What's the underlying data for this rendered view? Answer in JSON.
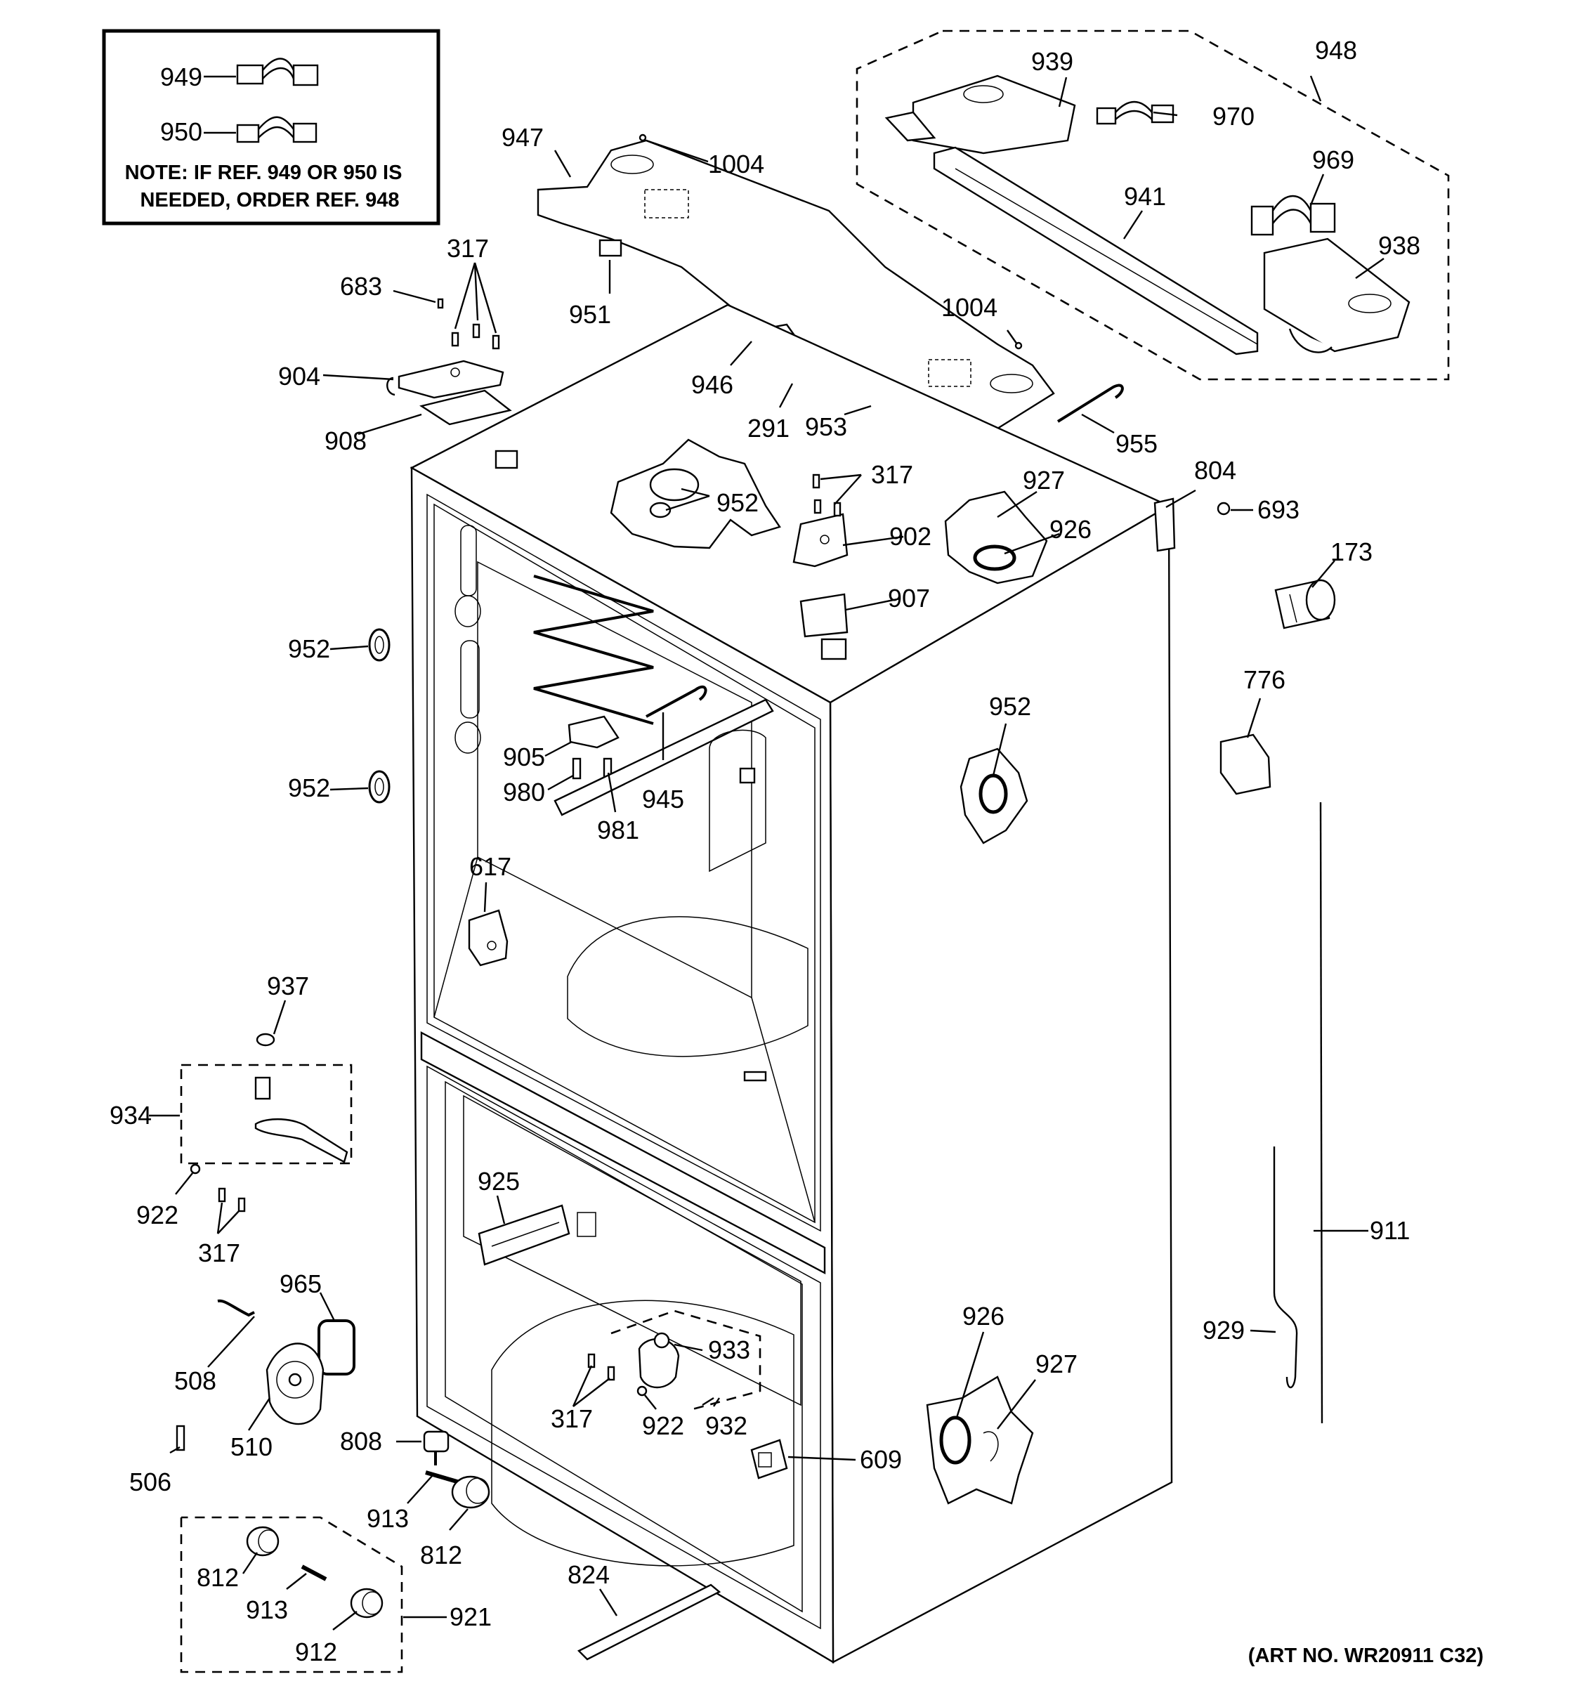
{
  "note": {
    "line1": "NOTE: IF REF. 949 OR 950 IS",
    "line2": "NEEDED, ORDER REF. 948"
  },
  "art_no": "(ART NO. WR20911 C32)",
  "callouts": {
    "p949": "949",
    "p950": "950",
    "p947": "947",
    "p1004a": "1004",
    "p939": "939",
    "p948": "948",
    "p970": "970",
    "p969": "969",
    "p941": "941",
    "p938": "938",
    "p317a": "317",
    "p683": "683",
    "p951": "951",
    "p1004b": "1004",
    "p904": "904",
    "p946": "946",
    "p291": "291",
    "p953": "953",
    "p908": "908",
    "p955": "955",
    "p952a": "952",
    "p317b": "317",
    "p927a": "927",
    "p804": "804",
    "p693": "693",
    "p902": "902",
    "p926a": "926",
    "p173": "173",
    "p907": "907",
    "p952b": "952",
    "p776": "776",
    "p952c": "952",
    "p905": "905",
    "p980": "980",
    "p945": "945",
    "p952d": "952",
    "p981": "981",
    "p617": "617",
    "p937": "937",
    "p934": "934",
    "p922a": "922",
    "p317c": "317",
    "p925": "925",
    "p911": "911",
    "p965": "965",
    "p926b": "926",
    "p933": "933",
    "p929": "929",
    "p927b": "927",
    "p508": "508",
    "p510": "510",
    "p317d": "317",
    "p922b": "922",
    "p932": "932",
    "p808": "808",
    "p609": "609",
    "p506": "506",
    "p913a": "913",
    "p812a": "812",
    "p824": "824",
    "p812b": "812",
    "p913b": "913",
    "p921": "921",
    "p912": "912"
  }
}
